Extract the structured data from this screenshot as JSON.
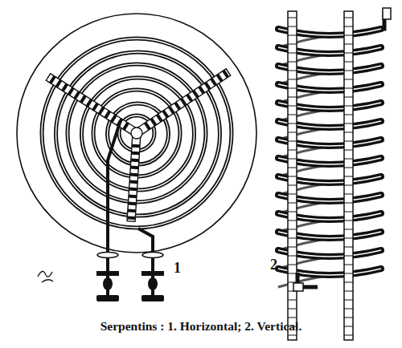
{
  "diagram": {
    "caption": "Serpentins : 1. Horizontal; 2. Vertical.",
    "labels": [
      "1",
      "2"
    ]
  }
}
